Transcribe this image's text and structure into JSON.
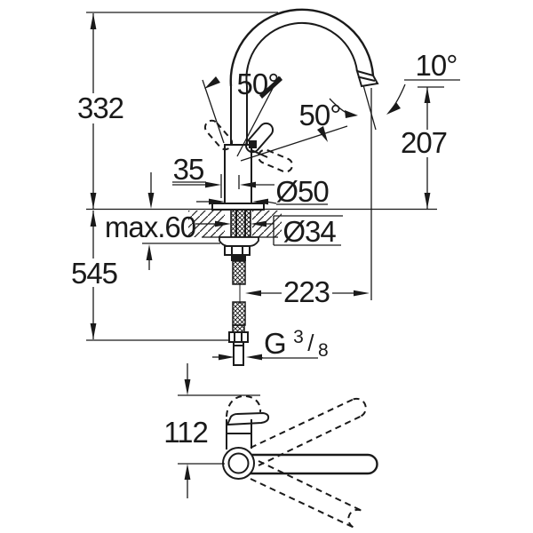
{
  "drawing": {
    "type": "technical-dimension-drawing",
    "subject": "single-lever kitchen sink mixer faucet, front view with mounting section and top view",
    "labels": {
      "spout_height": "332",
      "install_depth": "545",
      "counter_thickness": "max.60",
      "center_offset": "35",
      "body_diameter": "Ø50",
      "hole_diameter": "Ø34",
      "outlet_height": "207",
      "spout_reach": "223",
      "outlet_angle": "10°",
      "lever_swing_left": "50°",
      "lever_swing_right": "50°",
      "handle_length": "112",
      "thread_prefix": "G",
      "thread_numerator": "3",
      "thread_fraction_slash": "/",
      "thread_denominator": "8"
    },
    "colors": {
      "line": "#1a1a1a",
      "background": "#ffffff"
    }
  }
}
